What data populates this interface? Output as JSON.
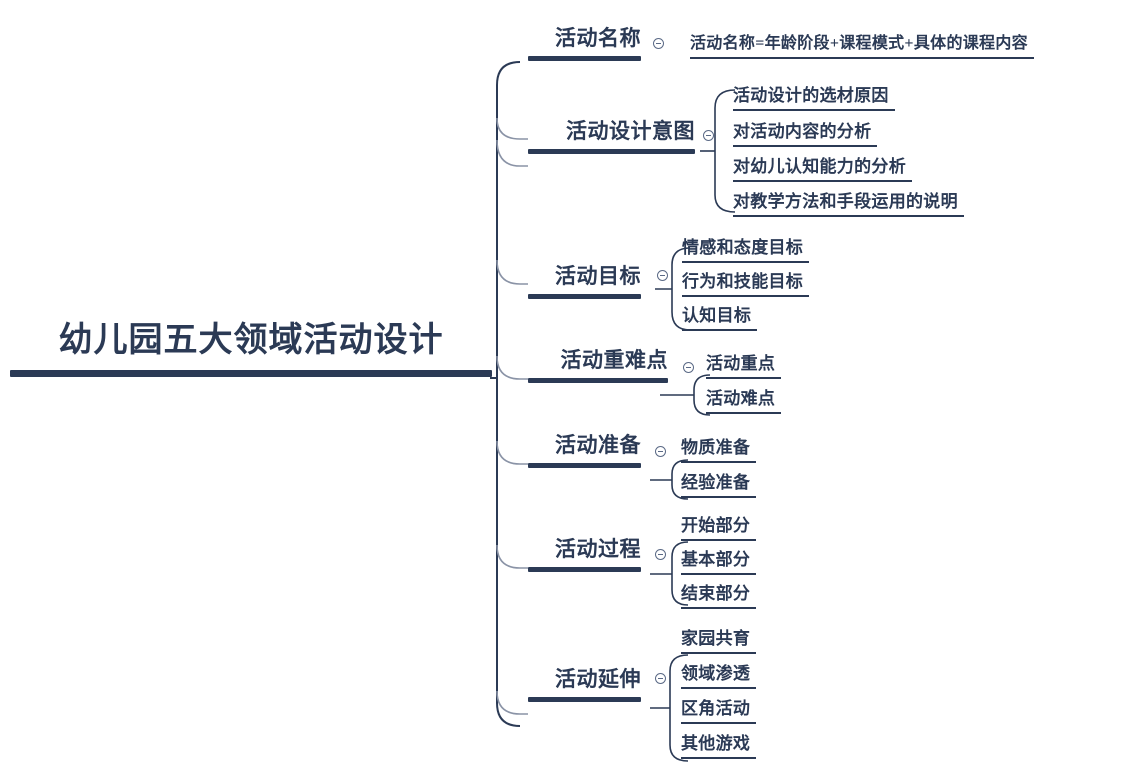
{
  "map": {
    "root": {
      "title": "幼儿园五大领域活动设计"
    },
    "toggle_icon": "collapse-minus-icon",
    "colors": {
      "ink": "#2b3a55",
      "wire": "#2b3a55",
      "wire_light": "#8a93a6",
      "background": "#ffffff"
    },
    "branches": [
      {
        "label": "活动名称",
        "children": [
          "活动名称=年龄阶段+课程模式+具体的课程内容"
        ]
      },
      {
        "label": "活动设计意图",
        "children": [
          "活动设计的选材原因",
          "对活动内容的分析",
          "对幼儿认知能力的分析",
          "对教学方法和手段运用的说明"
        ]
      },
      {
        "label": "活动目标",
        "children": [
          "情感和态度目标",
          "行为和技能目标",
          "认知目标"
        ]
      },
      {
        "label": "活动重难点",
        "children": [
          "活动重点",
          "活动难点"
        ]
      },
      {
        "label": "活动准备",
        "children": [
          "物质准备",
          "经验准备"
        ]
      },
      {
        "label": "活动过程",
        "children": [
          "开始部分",
          "基本部分",
          "结束部分"
        ]
      },
      {
        "label": "活动延伸",
        "children": [
          "家园共育",
          "领域渗透",
          "区角活动",
          "其他游戏"
        ]
      }
    ]
  }
}
